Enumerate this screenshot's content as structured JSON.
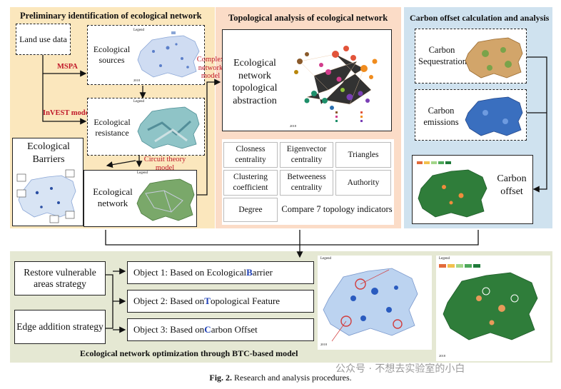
{
  "panels": {
    "ecological_network_id": {
      "title": "Preliminary identification of ecological network",
      "land_use": "Land use data",
      "ecological_sources": "Ecological sources",
      "ecological_resistance": "Ecological resistance",
      "ecological_barriers": "Ecological Barriers",
      "ecological_network": "Ecological network",
      "mspa": "MSPA",
      "invest": "InVEST model",
      "circuit": "Circuit theory model"
    },
    "topology": {
      "title": "Topological analysis of ecological network",
      "abstraction": "Ecological network topological abstraction",
      "complex_network": "Complex network model",
      "indicators": [
        "Closness centrality",
        "Eigenvector centrality",
        "Triangles",
        "Clustering coefficient",
        "Betweeness centrality",
        "Authority",
        "Degree"
      ],
      "compare": "Compare 7 topology indicators"
    },
    "carbon": {
      "title": "Carbon offset calculation and analysis",
      "sequestration": "Carbon Sequestration",
      "emissions": "Carbon emissions",
      "offset": "Carbon offset"
    },
    "optimization": {
      "strategy_1": "Restore vulnerable areas strategy",
      "strategy_2": "Edge addition strategy",
      "objects": [
        {
          "prefix": "Object 1: Based on Ecological ",
          "key": "B",
          "suffix": "arrier"
        },
        {
          "prefix": "Object 2: Based on ",
          "key": "T",
          "suffix": "opological Feature"
        },
        {
          "prefix": "Object 3: Based on ",
          "key": "C",
          "suffix": "arbon Offset"
        }
      ],
      "title": "Ecological network optimization through BTC-based model"
    }
  },
  "map_labels": {
    "legend": "Legend",
    "year": "2018"
  },
  "caption": {
    "fig": "Fig. 2.",
    "text": "Research and analysis procedures."
  },
  "watermark": "公众号 · 不想去实验室的小白",
  "colors": {
    "yellow_panel": "#fbe7bd",
    "peach_panel": "#fbdcc7",
    "blue_panel": "#cfe2ef",
    "green_panel": "#e5e8d3",
    "red_text": "#c0182a",
    "btc_blue": "#1d3fb5"
  }
}
